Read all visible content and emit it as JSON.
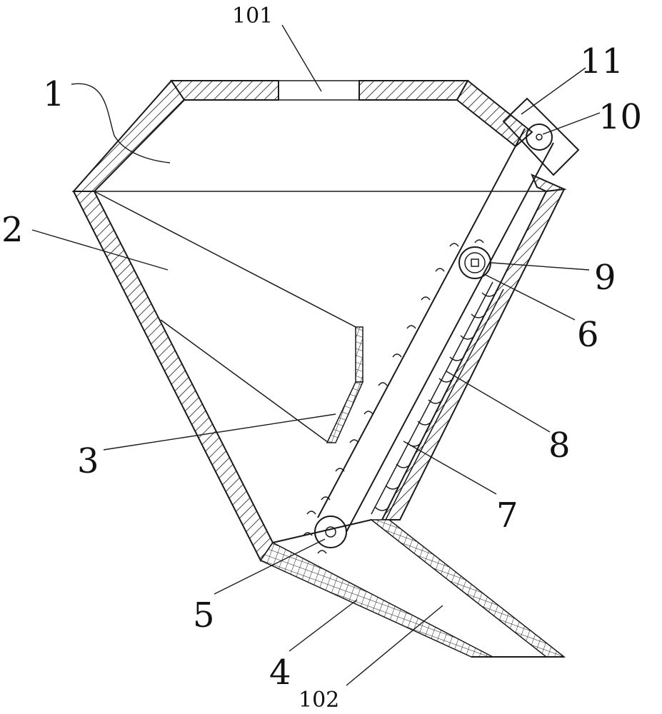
{
  "figure": {
    "labels": {
      "l1": "1",
      "l2": "2",
      "l3": "3",
      "l4": "4",
      "l5": "5",
      "l6": "6",
      "l7": "7",
      "l8": "8",
      "l9": "9",
      "l10": "10",
      "l11": "11",
      "l101": "101",
      "l102": "102"
    }
  }
}
